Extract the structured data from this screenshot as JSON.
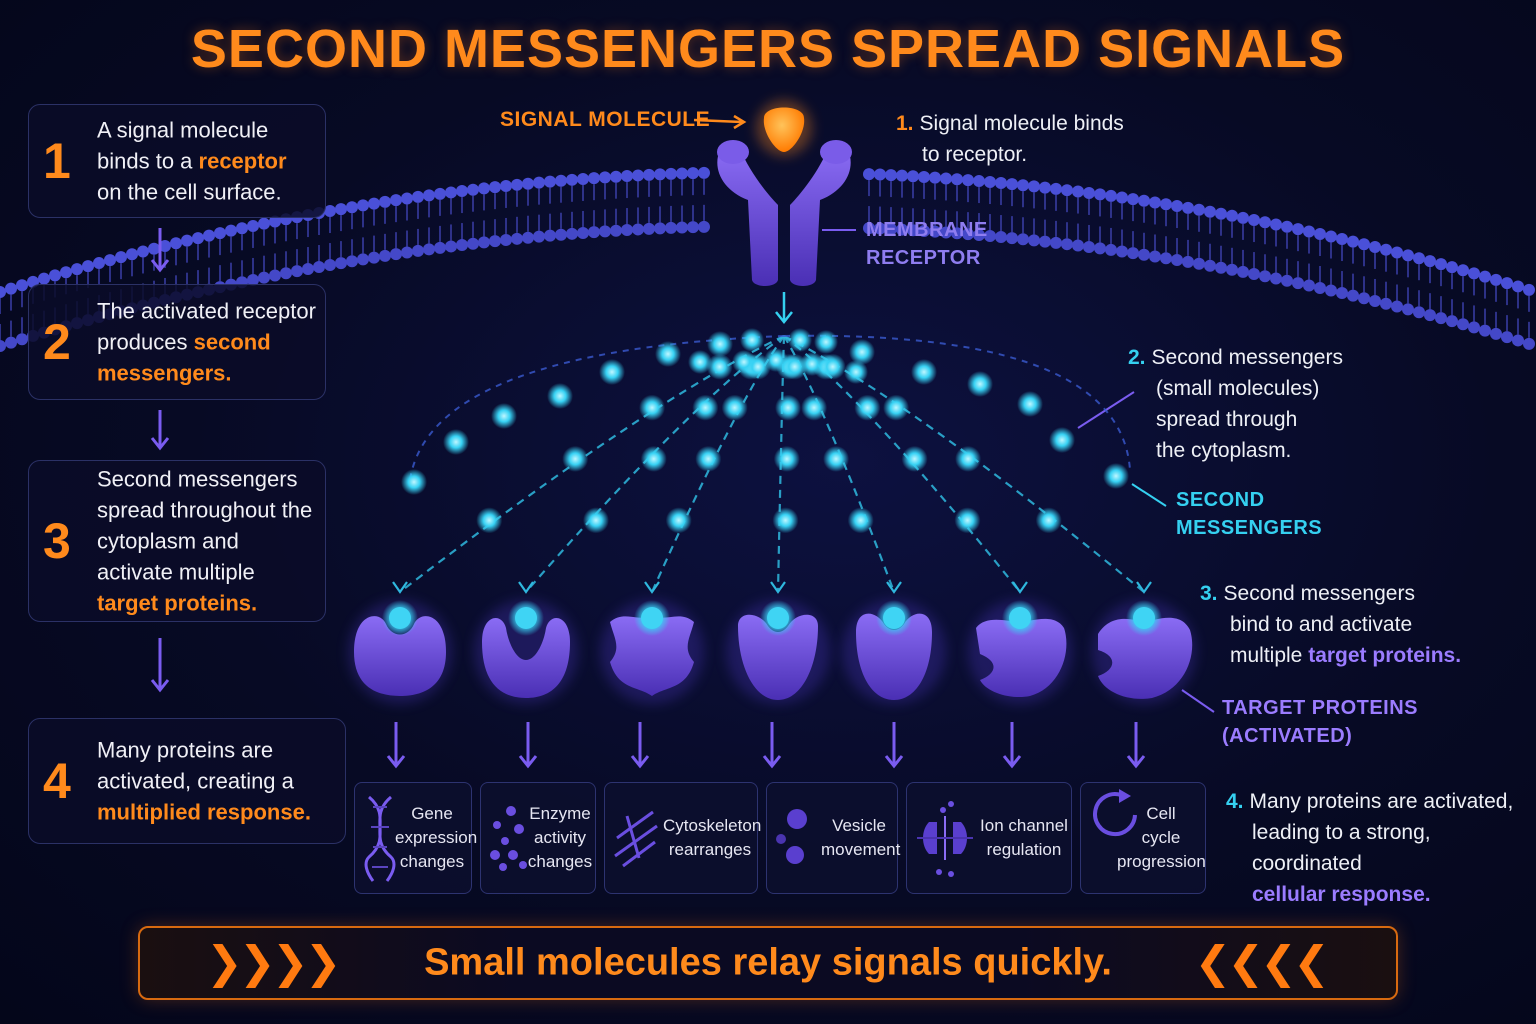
{
  "title": "SECOND MESSENGERS SPREAD SIGNALS",
  "steps": [
    {
      "num": "1",
      "pre": "A signal molecule binds to a ",
      "highlight": "receptor",
      "post": " on the cell surface."
    },
    {
      "num": "2",
      "pre": "The activated receptor produces ",
      "highlight": "second messengers.",
      "post": ""
    },
    {
      "num": "3",
      "pre": "Second messengers spread throughout the cytoplasm and activate multiple ",
      "highlight": "target proteins.",
      "post": ""
    },
    {
      "num": "4",
      "pre": "Many proteins are activated, creating a ",
      "highlight": "multiplied response.",
      "post": ""
    }
  ],
  "labels": {
    "signal_molecule": "SIGNAL MOLECULE",
    "membrane_receptor_1": "MEMBRANE",
    "membrane_receptor_2": "RECEPTOR",
    "second_messengers_1": "SECOND",
    "second_messengers_2": "MESSENGERS",
    "target_proteins_1": "TARGET PROTEINS",
    "target_proteins_2": "(ACTIVATED)"
  },
  "notes": [
    {
      "num": "1.",
      "line1": "Signal molecule binds",
      "line2": "to receptor.",
      "line3": "",
      "line4": ""
    },
    {
      "num": "2.",
      "line1": "Second messengers",
      "line2": "(small molecules)",
      "line3": "spread through",
      "line4": "the cytoplasm."
    },
    {
      "num": "3.",
      "line1": "Second messengers",
      "line2": "bind to and activate",
      "pre3": "multiple ",
      "hl3": "target proteins."
    },
    {
      "num": "4.",
      "line1": "Many proteins are activated,",
      "line2": "leading to a strong, coordinated",
      "hl3": "cellular response."
    }
  ],
  "outcomes": [
    {
      "icon": "dna-icon",
      "lines": [
        "Gene",
        "expression",
        "changes"
      ]
    },
    {
      "icon": "enzyme-dots-icon",
      "lines": [
        "Enzyme",
        "activity",
        "changes"
      ]
    },
    {
      "icon": "cytoskeleton-icon",
      "lines": [
        "Cytoskeleton",
        "rearranges"
      ]
    },
    {
      "icon": "vesicle-icon",
      "lines": [
        "Vesicle",
        "movement"
      ]
    },
    {
      "icon": "ion-channel-icon",
      "lines": [
        "Ion channel",
        "regulation"
      ]
    },
    {
      "icon": "cell-cycle-icon",
      "lines": [
        "Cell",
        "cycle",
        "progression"
      ]
    }
  ],
  "banner": "Small molecules relay signals quickly.",
  "colors": {
    "orange": "#ff8a1c",
    "purple": "#7a5cf0",
    "cyan": "#35d0f0",
    "membrane": "#3b3fb8"
  }
}
